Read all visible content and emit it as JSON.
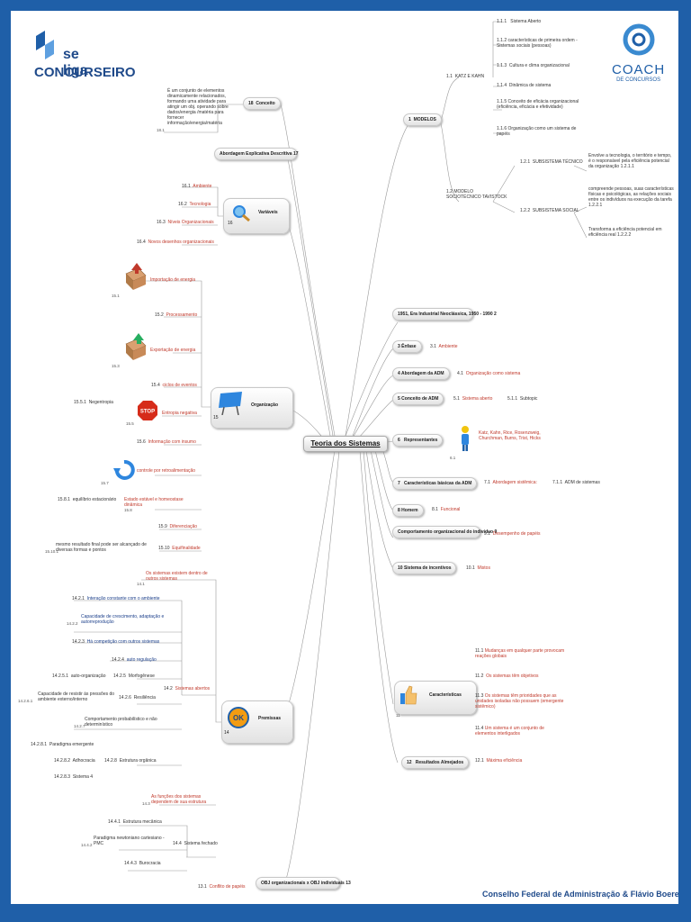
{
  "logos": {
    "seliga_top": "se liga",
    "seliga_bottom": "CONCURSEIRO",
    "coach_top": "COACH",
    "coach_bottom": "DE CONCURSOS"
  },
  "footer": "Conselho Federal de Administração & Flávio Boeres",
  "center": "Teoria dos Sistemas",
  "n1": {
    "num": "1",
    "label": "MODELOS"
  },
  "n11": {
    "num": "1.1",
    "label": "KATZ E KAHN"
  },
  "n111": {
    "num": "1.1.1",
    "label": "Sistema Aberto"
  },
  "n112": {
    "num": "1.1.2",
    "label": "características de primeira ordem - Sistemas sociais    (pessoas)"
  },
  "n113": {
    "num": "1.1.3",
    "label": "Cultura e clima organizacional"
  },
  "n114": {
    "num": "1.1.4",
    "label": "Dinâmica de sistema"
  },
  "n115": {
    "num": "1.1.5",
    "label": "Conceito de eficácia organizacional (eficiência, eficácia e efetividade)"
  },
  "n116": {
    "num": "1.1.6",
    "label": "Organização como um sistema de papéis"
  },
  "n12": {
    "num": "1.2",
    "label": "MODELO SOCIOTÉCNICO TAVISTOCK"
  },
  "n121": {
    "num": "1.2.1",
    "label": "SUBSISTEMA TÉCNICO"
  },
  "n1211": {
    "num": "1.2.1.1",
    "label": "Envolve a tecnologia, o território e tempo, é o responsável pela eficiência potencial da organização"
  },
  "n122": {
    "num": "1.2.2",
    "label": "SUBSISTEMA SOCIAL"
  },
  "n1221": {
    "num": "1.2.2.1",
    "label": "compreende pessoas, suas características físicas e psicológicas, as relações sociais entre os indivíduos na execução da tarefa"
  },
  "n1222": {
    "num": "1.2.2.2",
    "label": "Transforma a eficiência potencial em eficiência real"
  },
  "n2": {
    "num": "2",
    "label": "1951, Era Industrial Neoclássica, 1950 - 1990"
  },
  "n3": {
    "num": "3",
    "label": "Ênfase"
  },
  "n31": {
    "num": "3.1",
    "label": "Ambiente"
  },
  "n4": {
    "num": "4",
    "label": "Abordagem da ADM"
  },
  "n41": {
    "num": "4.1",
    "label": "Organização como sistema"
  },
  "n5": {
    "num": "5",
    "label": "Conceito de ADM"
  },
  "n51": {
    "num": "5.1",
    "label": "Sistema aberto"
  },
  "n511": {
    "num": "5.1.1",
    "label": "Subtopic"
  },
  "n6": {
    "num": "6",
    "label": "Representantes"
  },
  "n61": {
    "num": "6.1",
    "label": "Katz, Kahn, Rice, Rosenzweig, Churchman, Burns, Trist, Hicks"
  },
  "n7": {
    "num": "7",
    "label": "Características básicas da ADM"
  },
  "n71": {
    "num": "7.1",
    "label": "Abordagem sistêmica:"
  },
  "n711": {
    "num": "7.1.1",
    "label": "ADM de sistemas"
  },
  "n8": {
    "num": "8",
    "label": "Homem"
  },
  "n81": {
    "num": "8.1",
    "label": "Funcional"
  },
  "n9": {
    "num": "9",
    "label": "Comportamento organizacional do indivíduo"
  },
  "n91": {
    "num": "9.1",
    "label": "Desempenho de papéis"
  },
  "n10": {
    "num": "10",
    "label": "Sistema de incentivos"
  },
  "n101": {
    "num": "10.1",
    "label": "Mistos"
  },
  "n11b": {
    "num": "11",
    "label": "Características"
  },
  "n111b": {
    "num": "11.1",
    "label": "Mudanças em qualquer parte provocam reações globais"
  },
  "n112b": {
    "num": "11.2",
    "label": "Os sistemas têm objetivos"
  },
  "n113b": {
    "num": "11.3",
    "label": "Os sistemas têm prioridades que as unidades isoladas não possuem (emergente sistêmico)"
  },
  "n114b": {
    "num": "11.4",
    "label": "Um sistema é um conjunto de elementos interligados"
  },
  "n12b": {
    "num": "12",
    "label": "Resultados Almejados"
  },
  "n121b": {
    "num": "12.1",
    "label": "Máxima eficiência"
  },
  "n13": {
    "num": "13",
    "label": "OBJ organizacionais x OBJ individuais"
  },
  "n131": {
    "num": "13.1",
    "label": "Conflito de papéis"
  },
  "n14": {
    "num": "14",
    "label": "Premissas"
  },
  "n141": {
    "num": "14.1",
    "label": "Os sistemas existem dentro de outros sistemas"
  },
  "n142": {
    "num": "14.2",
    "label": "Sistemas abertos"
  },
  "n1421": {
    "num": "14.2.1",
    "label": "Interação constante com o ambiente"
  },
  "n1422": {
    "num": "14.2.2",
    "label": "Capacidade de crescimento, adaptação e autorreprodução"
  },
  "n1423": {
    "num": "14.2.3",
    "label": "Há competição com outros sistemas"
  },
  "n1424": {
    "num": "14.2.4",
    "label": "auto regulação"
  },
  "n1425": {
    "num": "14.2.5",
    "label": "Morfogênese"
  },
  "n14251": {
    "num": "14.2.5.1",
    "label": "auto-organização"
  },
  "n1426": {
    "num": "14.2.6",
    "label": "Resiliência"
  },
  "n14261": {
    "num": "14.2.6.1",
    "label": "Capacidade de resistir às pressões do ambiente externo/interno"
  },
  "n1427": {
    "num": "14.2.7",
    "label": "Comportamento probabilístico e não determinístico"
  },
  "n1428": {
    "num": "14.2.8",
    "label": "Estrutura orgânica"
  },
  "n14281": {
    "num": "14.2.8.1",
    "label": "Paradigma emergente"
  },
  "n14282": {
    "num": "14.2.8.2",
    "label": "Adhocracia"
  },
  "n14283": {
    "num": "14.2.8.3",
    "label": "Sistema 4"
  },
  "n143": {
    "num": "14.3",
    "label": "As funções dos sistemas dependem de sua estrutura"
  },
  "n144": {
    "num": "14.4",
    "label": "Sistema fechado"
  },
  "n1441": {
    "num": "14.4.1",
    "label": "Estrutura mecânica"
  },
  "n1442": {
    "num": "14.4.2",
    "label": "Paradigma newtoniano cartesiano - PMC"
  },
  "n1443": {
    "num": "14.4.3",
    "label": "Burocracia"
  },
  "n15": {
    "num": "15",
    "label": "Organização"
  },
  "n151": {
    "num": "15.1",
    "label": "Importação de energia"
  },
  "n152": {
    "num": "15.2",
    "label": "Processamento"
  },
  "n153": {
    "num": "15.3",
    "label": "Exportação de energia"
  },
  "n154": {
    "num": "15.4",
    "label": "ciclos de eventos"
  },
  "n155": {
    "num": "15.5",
    "label": "Entropia negativa"
  },
  "n1551": {
    "num": "15.5.1",
    "label": "Negentropia"
  },
  "n156": {
    "num": "15.6",
    "label": "Informação com insumo"
  },
  "n157": {
    "num": "15.7",
    "label": "controle por retroalimentação"
  },
  "n158": {
    "num": "15.8",
    "label": "Estado estável e homeostase dinâmica"
  },
  "n1581": {
    "num": "15.8.1",
    "label": "equilíbrio estacionário"
  },
  "n159": {
    "num": "15.9",
    "label": "Diferenciação"
  },
  "n1510": {
    "num": "15.10",
    "label": "Equifinalidade"
  },
  "n15101": {
    "num": "15.10.1",
    "label": "mesmo resultado final pode ser alcançado de diversas formas e pontos"
  },
  "n16": {
    "num": "16",
    "label": "Variáveis"
  },
  "n161": {
    "num": "16.1",
    "label": "Ambiente"
  },
  "n162": {
    "num": "16.2",
    "label": "Tecnologia"
  },
  "n163": {
    "num": "16.3",
    "label": "Níveis Organizacionais"
  },
  "n164": {
    "num": "16.4",
    "label": "Novos desenhos organizacionais"
  },
  "n17": {
    "num": "17",
    "label": "Abordagem Explicativa Descritiva"
  },
  "n18": {
    "num": "18",
    "label": "Conceito"
  },
  "n181": {
    "num": "18.1",
    "label": "É um conjunto de elementos dinamicamente relacionados, formando uma atividade para atingir um obj. operando sobre dados/energia /matéria para fornecer informação/energia/matéria"
  },
  "icon_stop": "STOP",
  "icon_ok": "OK",
  "colors": {
    "frame": "#1f5fa8",
    "accent_red": "#c0392b",
    "accent_blue": "#1a3e8a"
  }
}
